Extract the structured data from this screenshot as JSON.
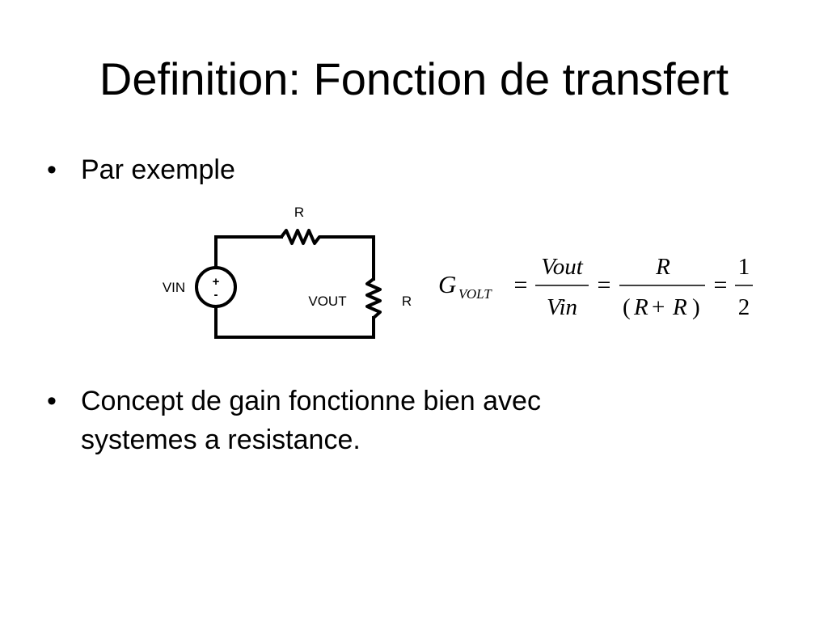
{
  "slide": {
    "title": "Definition: Fonction de transfert",
    "bullets": [
      {
        "marker": "•",
        "text": "Par exemple"
      },
      {
        "marker": "•",
        "text": "Concept de gain fonctionne bien avec systemes a resistance."
      }
    ]
  },
  "circuit": {
    "source_label": "VIN",
    "source_plus": "+",
    "source_minus": "-",
    "series_resistor_label": "R",
    "output_label": "VOUT",
    "shunt_resistor_label": "R"
  },
  "equation": {
    "lhs_symbol": "G",
    "lhs_subscript": "VOLT",
    "eq1": "=",
    "frac1_num": "Vout",
    "frac1_den": "Vin",
    "eq2": "=",
    "frac2_num": "R",
    "frac2_den_open": "(",
    "frac2_den_r1": "R",
    "frac2_den_plus": "+",
    "frac2_den_r2": "R",
    "frac2_den_close": ")",
    "eq3": "=",
    "frac3_num": "1",
    "frac3_den": "2"
  }
}
